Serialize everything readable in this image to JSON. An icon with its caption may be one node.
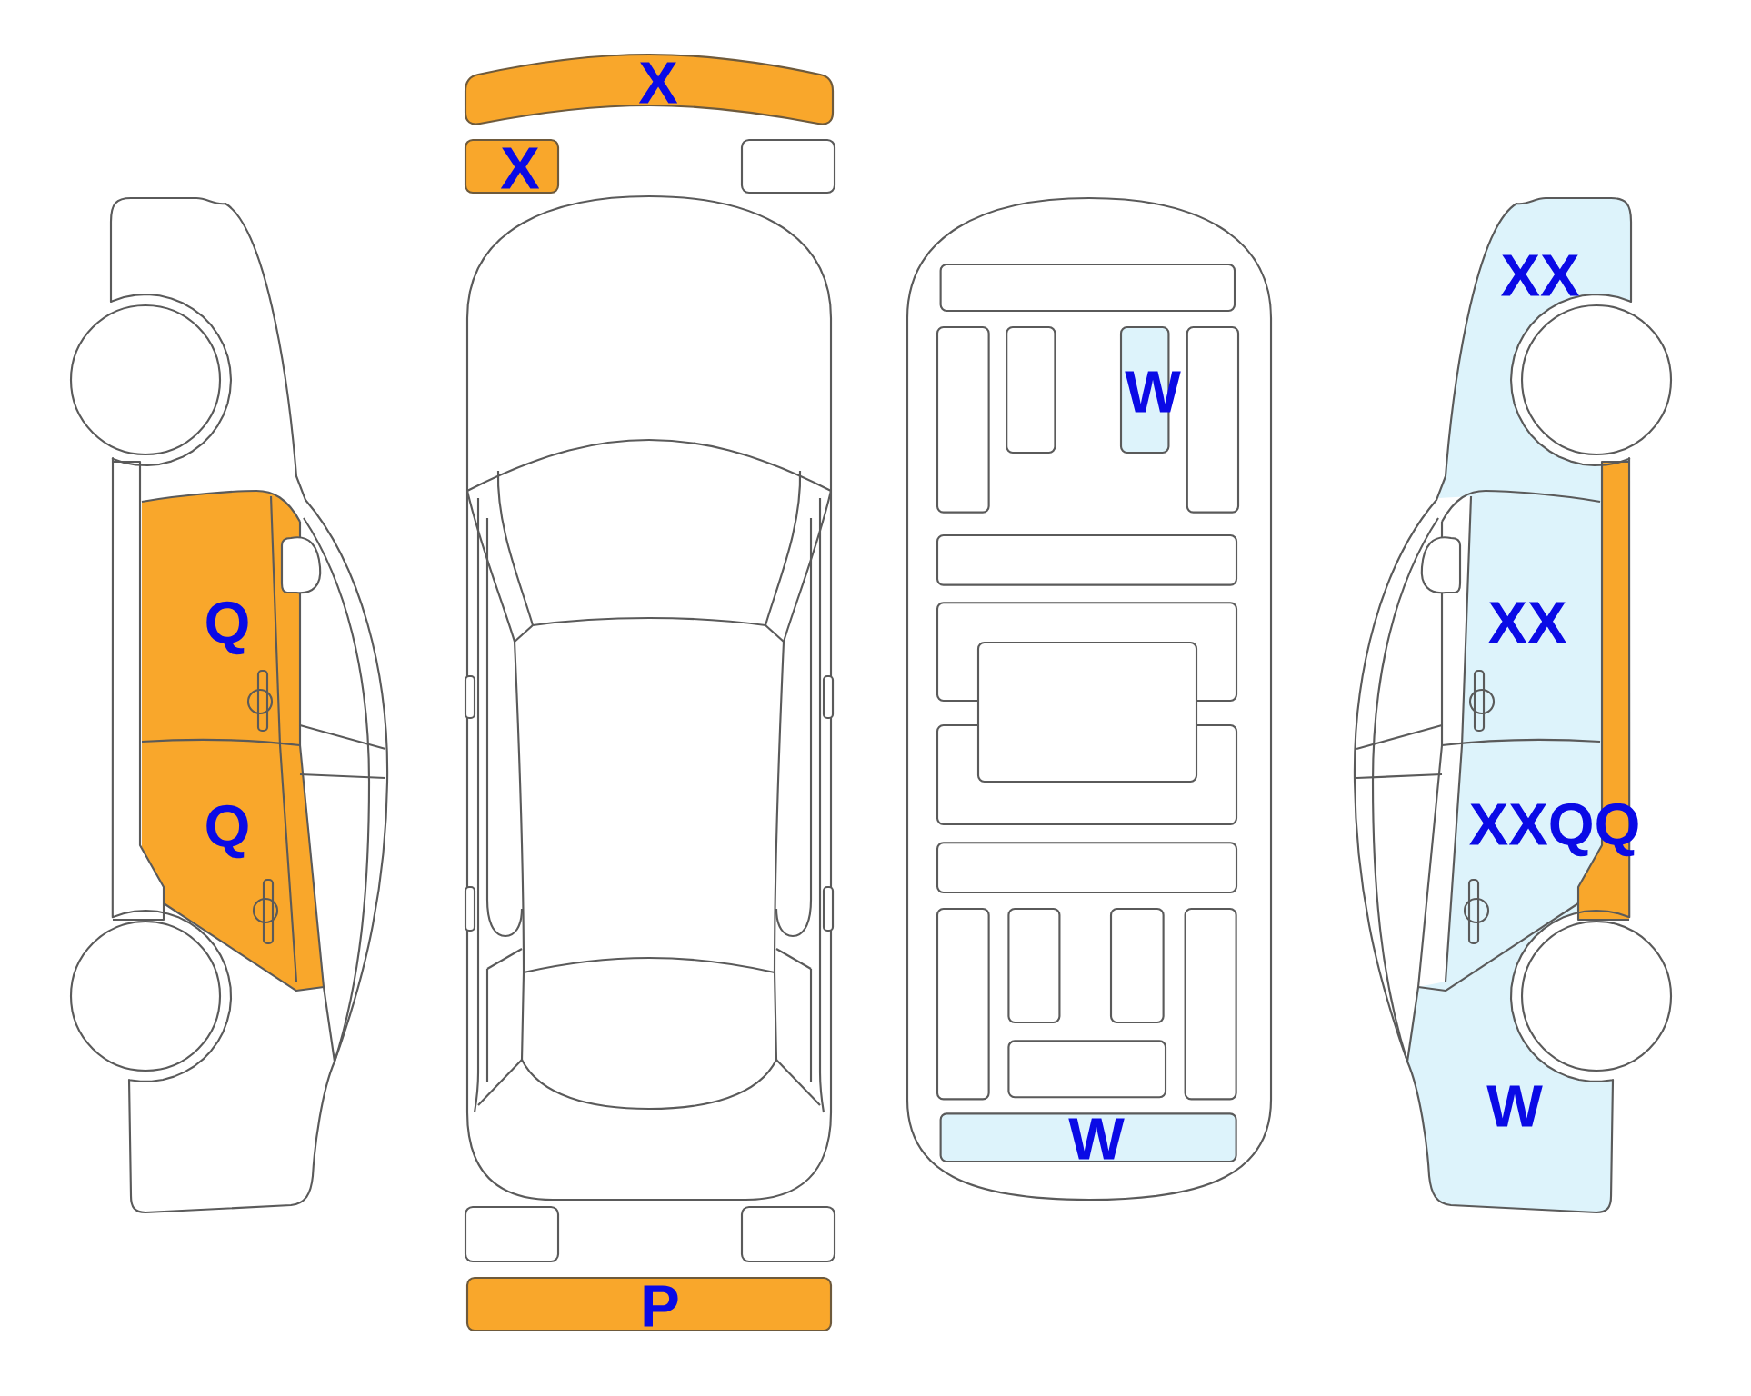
{
  "diagram": {
    "labels": [
      "X",
      "X",
      "XX",
      "W",
      "Q",
      "XX",
      "Q",
      "XXQQ",
      "W",
      "W",
      "P"
    ]
  }
}
